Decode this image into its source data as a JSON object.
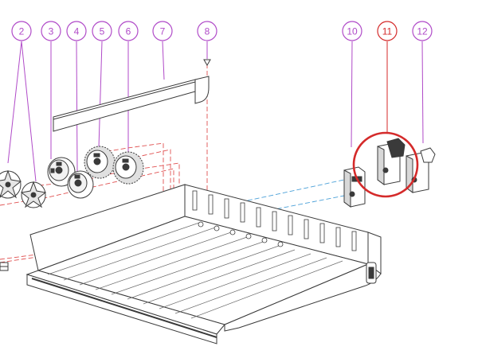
{
  "diagram": {
    "callouts": [
      {
        "label": "2",
        "color": "#b04ac8",
        "highlight": false
      },
      {
        "label": "3",
        "color": "#b04ac8",
        "highlight": false
      },
      {
        "label": "4",
        "color": "#b04ac8",
        "highlight": false
      },
      {
        "label": "5",
        "color": "#b04ac8",
        "highlight": false
      },
      {
        "label": "6",
        "color": "#b04ac8",
        "highlight": false
      },
      {
        "label": "7",
        "color": "#b04ac8",
        "highlight": false
      },
      {
        "label": "8",
        "color": "#b04ac8",
        "highlight": false
      },
      {
        "label": "10",
        "color": "#b04ac8",
        "highlight": false
      },
      {
        "label": "11",
        "color": "#d42a2a",
        "highlight": true
      },
      {
        "label": "12",
        "color": "#b04ac8",
        "highlight": false
      }
    ],
    "colors": {
      "line": "#3a3a3a",
      "dash_red": "#e05050",
      "dash_blue": "#4aa0d8",
      "callout": "#b04ac8",
      "highlight": "#d42a2a"
    }
  }
}
